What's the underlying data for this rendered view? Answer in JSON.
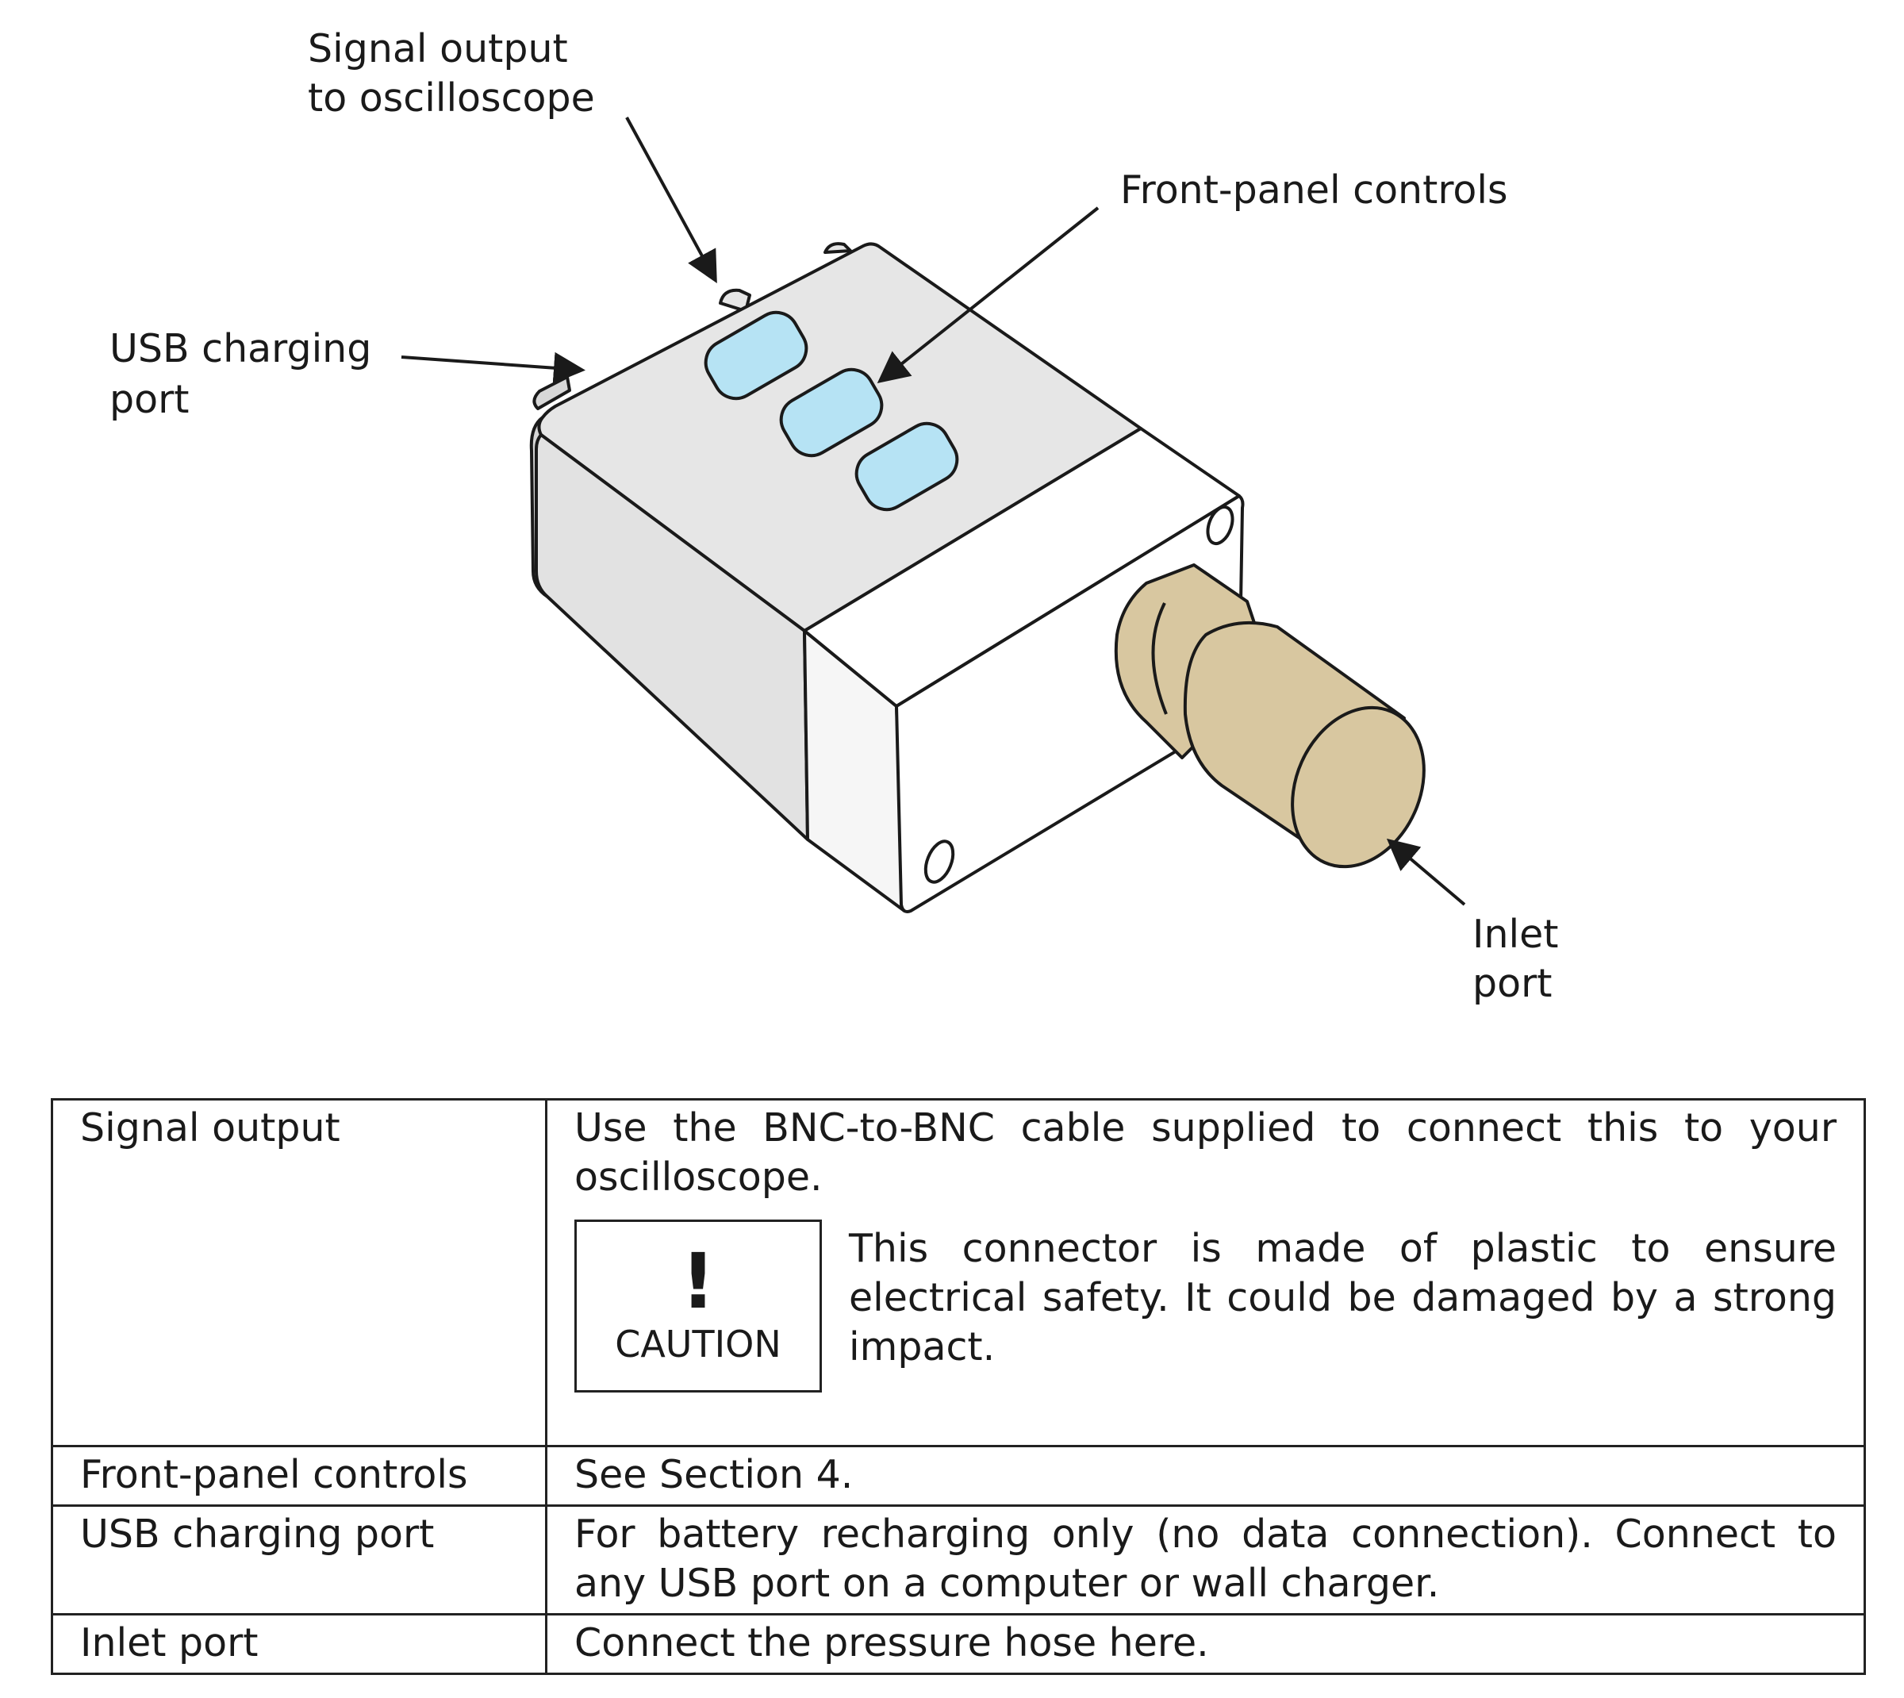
{
  "diagram": {
    "labels": {
      "signal_output": [
        "Signal output",
        "to oscilloscope"
      ],
      "front_panel": "Front-panel controls",
      "usb_port": [
        "USB charging",
        "port"
      ],
      "inlet_port": [
        "Inlet",
        "port"
      ]
    },
    "colors": {
      "body_fill": "#e6e6e6",
      "side_fill": "#f4f4f4",
      "front_fill": "#ffffff",
      "button_fill": "#b6e3f4",
      "connector_fill": "#d8c7a0",
      "outline": "#1a1a1a"
    }
  },
  "table": {
    "rows": [
      {
        "name": "Signal output",
        "description": "Use the BNC-to-BNC cable supplied to connect this to your oscilloscope.",
        "caution": {
          "mark": "!",
          "word": "CAUTION",
          "text": "This connector is made of plastic to ensure electrical safety. It could be damaged by a strong impact."
        }
      },
      {
        "name": "Front-panel controls",
        "description": "See Section 4."
      },
      {
        "name": "USB charging port",
        "description": "For battery recharging only (no data connection).  Connect to any USB port on a computer or wall charger."
      },
      {
        "name": "Inlet port",
        "description": "Connect the pressure hose here."
      }
    ]
  }
}
